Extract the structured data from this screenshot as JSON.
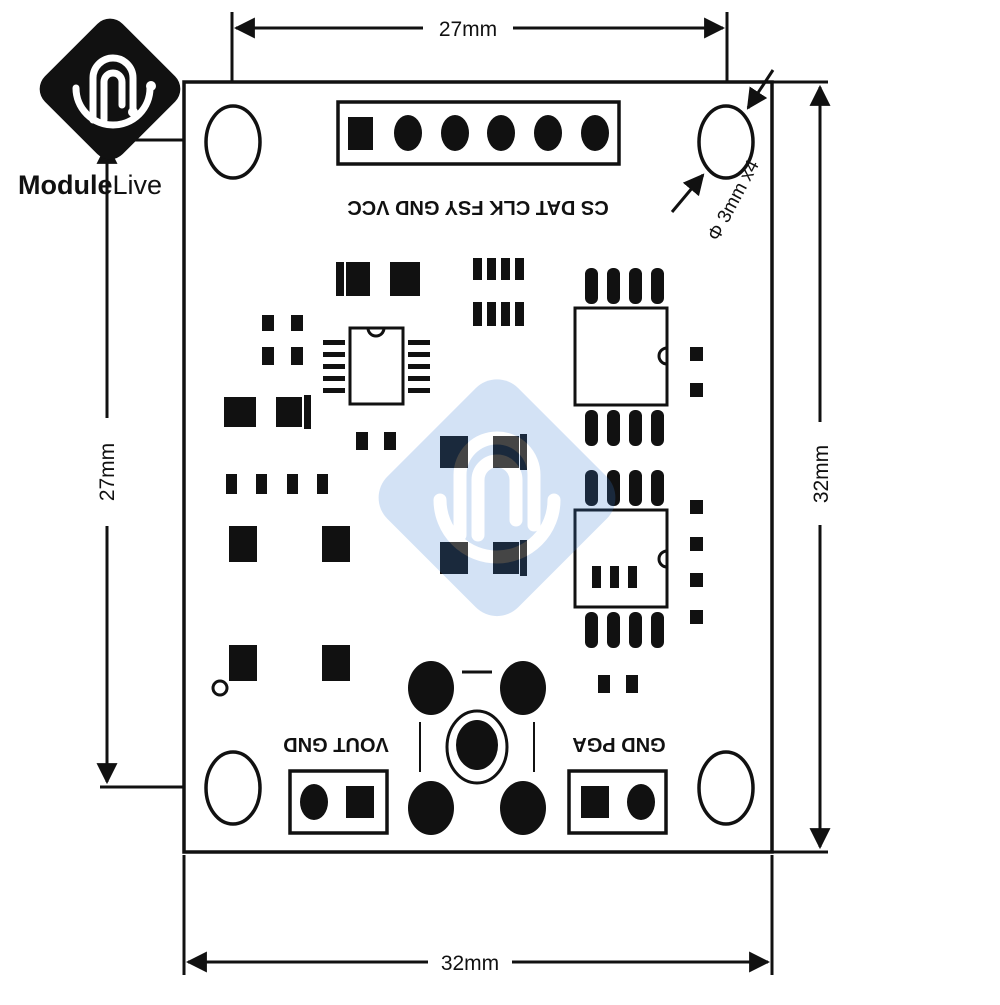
{
  "brand": {
    "name_part1": "Module",
    "name_part2": "Live",
    "logo_icon": "modulelive-logo-icon"
  },
  "dimensions": {
    "top_width": "27mm",
    "left_height": "27mm",
    "right_height": "32mm",
    "bottom_width": "32mm",
    "hole_spec": "Φ 3mm x4"
  },
  "connectors": {
    "top_header_label": "CS DAT CLK FSY GND VCC",
    "bottom_left_label": "VOUT GND",
    "bottom_right_label": "GND PGA"
  },
  "colors": {
    "ink": "#111111",
    "board_fill": "#ffffff",
    "watermark": "#3d7fd6"
  }
}
